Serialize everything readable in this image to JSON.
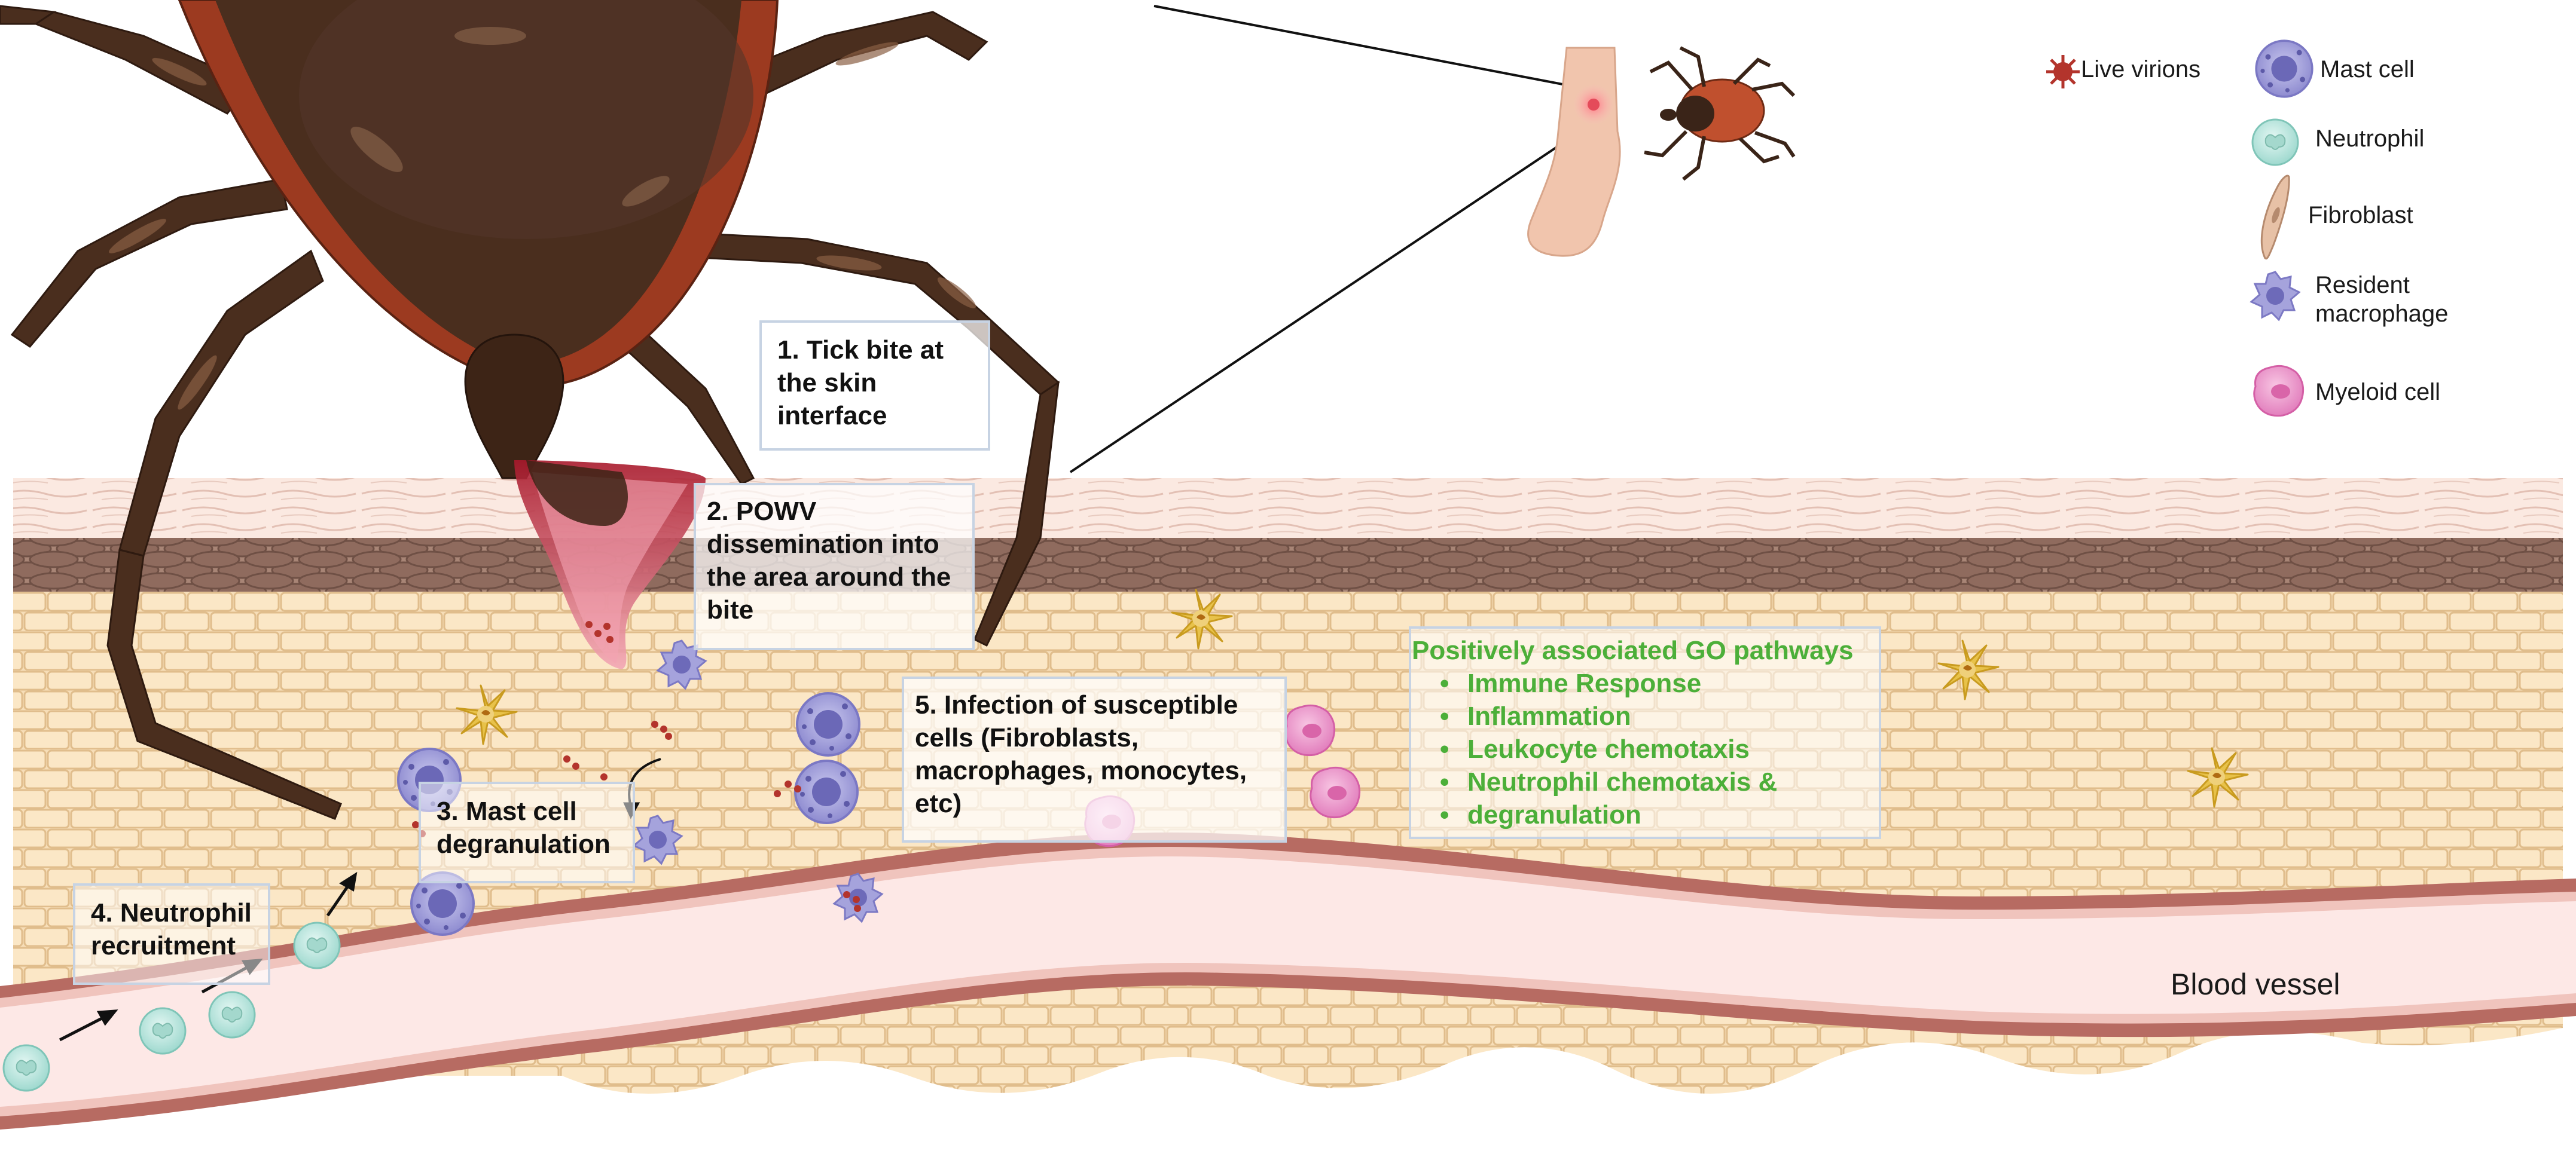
{
  "steps": [
    {
      "id": "tick-bite",
      "lines": [
        "1. Tick bite at",
        "the skin",
        "interface"
      ]
    },
    {
      "id": "powv-dissemination",
      "lines": [
        "2. POWV",
        "dissemination into",
        "the area around the",
        "bite"
      ]
    },
    {
      "id": "mast-cell-degranulation",
      "lines": [
        "3. Mast cell",
        "degranulation"
      ]
    },
    {
      "id": "neutrophil-recruitment",
      "lines": [
        "4. Neutrophil",
        "recruitment"
      ]
    },
    {
      "id": "infection",
      "lines": [
        "5. Infection of susceptible",
        "cells (Fibroblasts,",
        "macrophages, monocytes,",
        "etc)"
      ]
    }
  ],
  "go_pathways": {
    "title": "Positively associated GO pathways",
    "items": [
      "Immune Response",
      "Inflammation",
      "Leukocyte chemotaxis",
      "Neutrophil chemotaxis &",
      "degranulation"
    ]
  },
  "legend": [
    {
      "id": "live-virions",
      "label": "Live virions",
      "icon": "virion-icon"
    },
    {
      "id": "mast-cell",
      "label": "Mast cell",
      "icon": "mast-cell-icon"
    },
    {
      "id": "neutrophil",
      "label": "Neutrophil",
      "icon": "neutrophil-icon"
    },
    {
      "id": "fibroblast",
      "label": "Fibroblast",
      "icon": "fibroblast-icon"
    },
    {
      "id": "resident-macrophage",
      "label": "Resident macrophage",
      "lines": [
        "Resident",
        "macrophage"
      ],
      "icon": "macrophage-icon"
    },
    {
      "id": "myeloid-cell",
      "label": "Myeloid cell",
      "icon": "myeloid-cell-icon"
    }
  ],
  "vessel_label": "Blood vessel",
  "colors": {
    "go_text": "#4caf39",
    "tick_body": "#4a2e1e",
    "tick_shield_rim": "#9c3a20",
    "tissue": "#f7deb8",
    "cell_border": "#e0bd8c",
    "dermis_band": "#9f7a6a",
    "epidermis": "#fbe5dc",
    "vessel_wall": "#b76b62",
    "vessel_lumen": "#fde8e6",
    "mast_cell": "#a9a7dc",
    "neutrophil": "#bde8e0",
    "myeloid": "#ef9fcf",
    "dendritic": "#e8c24a",
    "virion": "#b3342c",
    "caption_border": "#c7d3e3"
  }
}
